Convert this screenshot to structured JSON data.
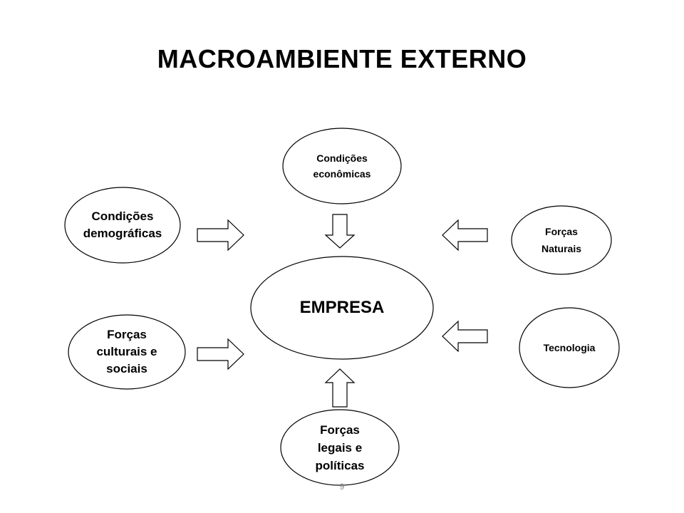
{
  "title": "MACROAMBIENTE EXTERNO",
  "center": {
    "label": "EMPRESA"
  },
  "forces": {
    "economic": {
      "line1": "Condições",
      "line2": "econômicas",
      "line3": ""
    },
    "demographic": {
      "line1": "Condições",
      "line2": "demográficas",
      "line3": ""
    },
    "natural": {
      "line1": "Forças",
      "line2": "Naturais",
      "line3": ""
    },
    "cultural": {
      "line1": "Forças",
      "line2": "culturais e",
      "line3": "sociais"
    },
    "technology": {
      "line1": "Tecnologia",
      "line2": "",
      "line3": ""
    },
    "legal": {
      "line1": "Forças",
      "line2": "legais e",
      "line3": "políticas"
    }
  },
  "page_number": "9"
}
